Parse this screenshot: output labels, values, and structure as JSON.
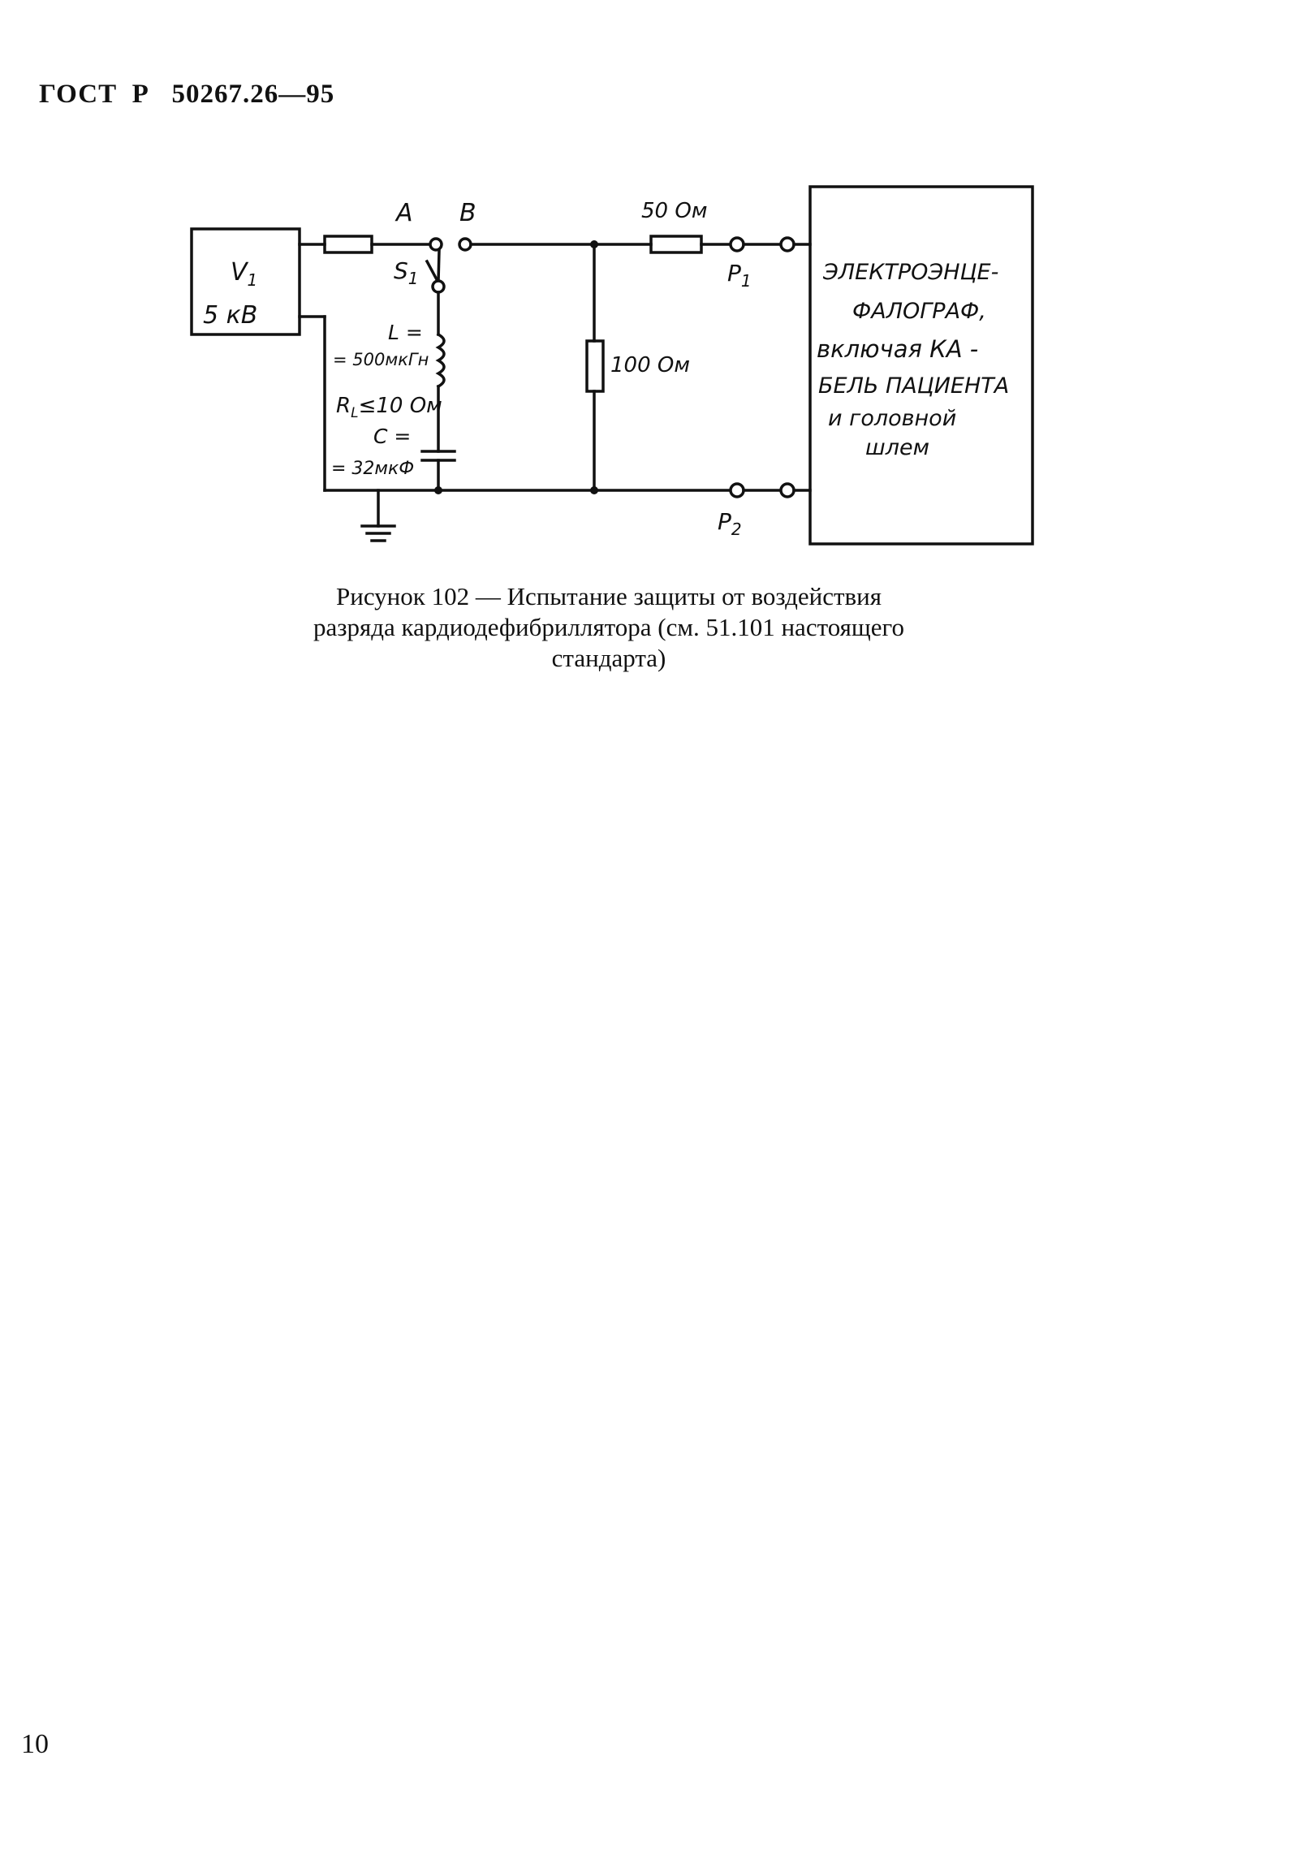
{
  "header": {
    "standard_id": "ГОСТ  Р   50267.26—95"
  },
  "figure": {
    "source_label_1": "V",
    "source_label_1_sub": "1",
    "source_label_2": "5 кВ",
    "switch_pos_a": "A",
    "switch_pos_b": "B",
    "switch_name": "S",
    "switch_name_sub": "1",
    "inductor_label_1": "L =",
    "inductor_label_2": "= 500мкГн",
    "rl_label": "R",
    "rl_label_sub": "L",
    "rl_value": "≤10 Ом",
    "cap_label_1": "C =",
    "cap_label_2": "= 32мкФ",
    "series_resistor": "50 Ом",
    "shunt_resistor": "100 Ом",
    "terminal_p1": "P",
    "terminal_p1_sub": "1",
    "terminal_p2": "P",
    "terminal_p2_sub": "2",
    "device_lines": [
      "ЭЛЕКТРОЭНЦЕ-",
      "ФАЛОГРАФ,",
      "включая КА -",
      "БЕЛЬ ПАЦИЕНТА",
      "и головной",
      "шлем"
    ]
  },
  "caption": {
    "line1": "Рисунок 102 — Испытание защиты от воздействия",
    "line2": "разряда кардиодефибриллятора (см. 51.101 настоящего",
    "line3": "стандарта)"
  },
  "page_number": "10"
}
